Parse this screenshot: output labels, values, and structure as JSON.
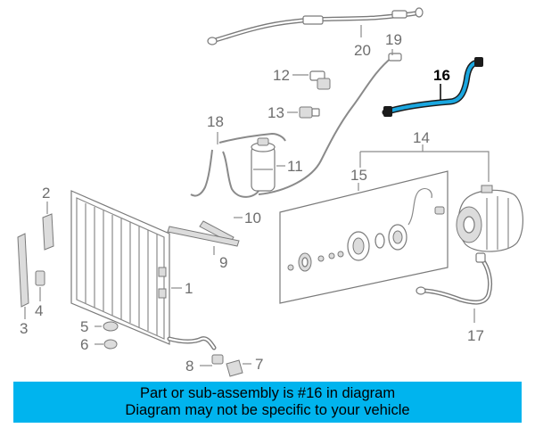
{
  "callouts": {
    "c1": "1",
    "c2": "2",
    "c3": "3",
    "c4": "4",
    "c5": "5",
    "c6": "6",
    "c7": "7",
    "c8": "8",
    "c9": "9",
    "c10": "10",
    "c11": "11",
    "c12": "12",
    "c13": "13",
    "c14": "14",
    "c15": "15",
    "c16": "16",
    "c17": "17",
    "c18": "18",
    "c19": "19",
    "c20": "20"
  },
  "highlight": {
    "part": "16",
    "color": "#1aa7e0"
  },
  "banner": {
    "line1": "Part or sub-assembly is #16 in diagram",
    "line2": "Diagram may not be specific to your vehicle",
    "background": "#00b4ee"
  }
}
